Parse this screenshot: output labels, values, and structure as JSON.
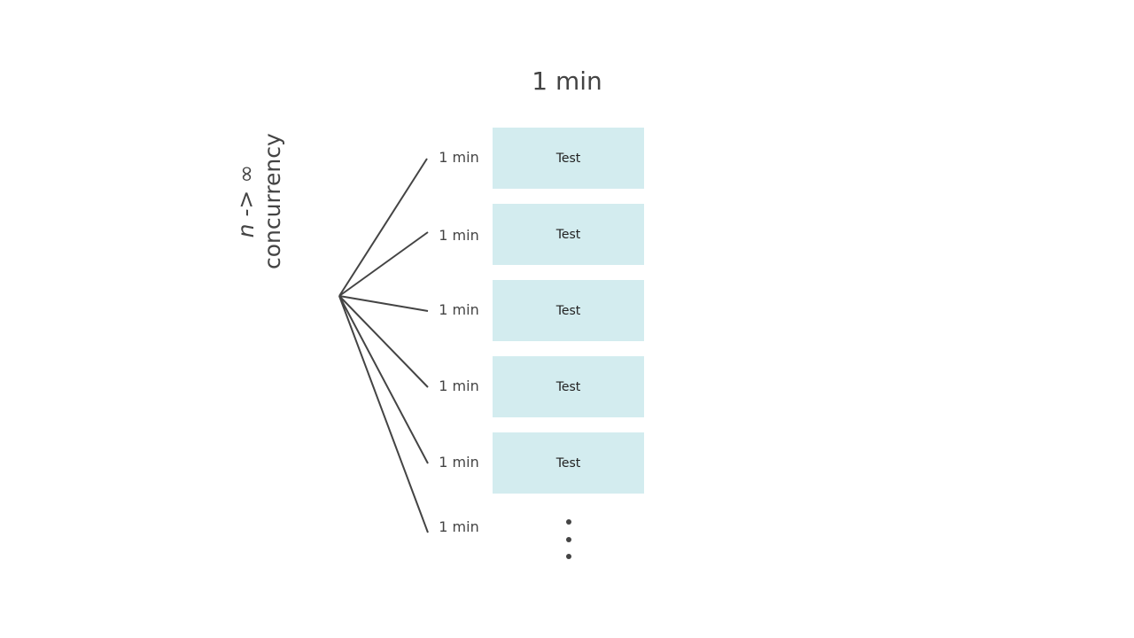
{
  "title": "1 min",
  "side_label": {
    "sub": "n -> ∞",
    "main": "concurrency"
  },
  "rows": [
    {
      "duration": "1 min",
      "task": "Test"
    },
    {
      "duration": "1 min",
      "task": "Test"
    },
    {
      "duration": "1 min",
      "task": "Test"
    },
    {
      "duration": "1 min",
      "task": "Test"
    },
    {
      "duration": "1 min",
      "task": "Test"
    },
    {
      "duration": "1 min",
      "task": ""
    }
  ],
  "colors": {
    "box_fill": "#d3ecef",
    "line": "#444444",
    "text": "#444444"
  },
  "icons": {
    "continuation": "vertical-ellipsis-icon"
  }
}
